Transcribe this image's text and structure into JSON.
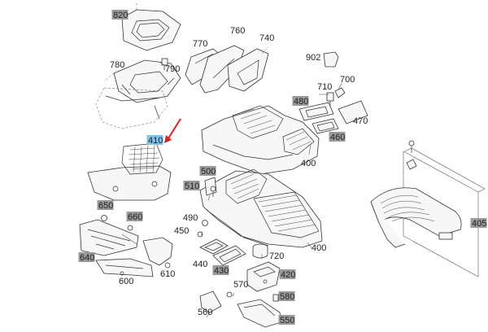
{
  "diagram": {
    "labels": [
      {
        "id": "820",
        "text": "820",
        "tag": "gray"
      },
      {
        "id": "780",
        "text": "780",
        "tag": "none"
      },
      {
        "id": "790",
        "text": "790",
        "tag": "none"
      },
      {
        "id": "770",
        "text": "770",
        "tag": "none"
      },
      {
        "id": "760",
        "text": "760",
        "tag": "none"
      },
      {
        "id": "740",
        "text": "740",
        "tag": "none"
      },
      {
        "id": "902",
        "text": "902",
        "tag": "none"
      },
      {
        "id": "710",
        "text": "710",
        "tag": "none"
      },
      {
        "id": "700",
        "text": "700",
        "tag": "none"
      },
      {
        "id": "480",
        "text": "480",
        "tag": "gray"
      },
      {
        "id": "470",
        "text": "470",
        "tag": "none"
      },
      {
        "id": "460",
        "text": "460",
        "tag": "gray"
      },
      {
        "id": "410",
        "text": "410",
        "tag": "blue"
      },
      {
        "id": "400a",
        "text": "400",
        "tag": "none"
      },
      {
        "id": "400b",
        "text": "400",
        "tag": "none"
      },
      {
        "id": "500",
        "text": "500",
        "tag": "gray"
      },
      {
        "id": "510",
        "text": "510",
        "tag": "gray"
      },
      {
        "id": "650",
        "text": "650",
        "tag": "gray"
      },
      {
        "id": "660",
        "text": "660",
        "tag": "gray"
      },
      {
        "id": "490",
        "text": "490",
        "tag": "none"
      },
      {
        "id": "450",
        "text": "450",
        "tag": "none"
      },
      {
        "id": "640",
        "text": "640",
        "tag": "gray"
      },
      {
        "id": "720",
        "text": "720",
        "tag": "none"
      },
      {
        "id": "440",
        "text": "440",
        "tag": "none"
      },
      {
        "id": "430",
        "text": "430",
        "tag": "gray"
      },
      {
        "id": "420",
        "text": "420",
        "tag": "gray"
      },
      {
        "id": "610",
        "text": "610",
        "tag": "none"
      },
      {
        "id": "600",
        "text": "600",
        "tag": "none"
      },
      {
        "id": "570",
        "text": "570",
        "tag": "none"
      },
      {
        "id": "580",
        "text": "580",
        "tag": "gray"
      },
      {
        "id": "560",
        "text": "560",
        "tag": "none"
      },
      {
        "id": "550",
        "text": "550",
        "tag": "gray"
      },
      {
        "id": "405",
        "text": "405",
        "tag": "gray"
      }
    ],
    "highlight_color": "#7fc4e6",
    "tag_color": "#9a9a9a",
    "arrow_color": "#e02020"
  }
}
